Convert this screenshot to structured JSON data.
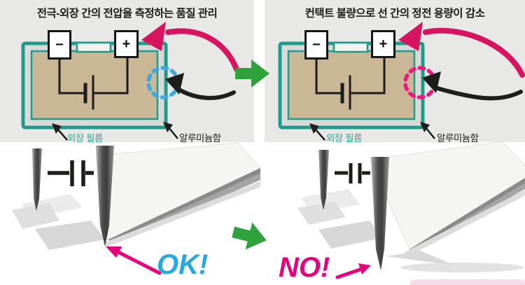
{
  "colors": {
    "panel_bg": "#e8e8e6",
    "teal": "#1f9b8e",
    "film_label_teal": "#2aa79a",
    "aluminum_tan": "#c9b795",
    "circuit_black": "#1d1d1b",
    "arrow_crimson": "#d6145f",
    "probe_circle_blue": "#3fa9df",
    "probe_circle_pink": "#ee1880",
    "arrow_green": "#2fa23c",
    "ok_blue": "#29a8e0",
    "no_magenta": "#e5007e"
  },
  "panels": {
    "left": {
      "title": "전극-외장 간의 전압을 측정하는 품질 관리",
      "minus": "−",
      "plus": "+",
      "film_label": "외장 필름",
      "case_label": "알루미늄함"
    },
    "right": {
      "title": "컨택트 불량으로 선 간의 정전 용량이 감소",
      "minus": "−",
      "plus": "+",
      "film_label": "외장 필름",
      "case_label": "알루미늄함"
    }
  },
  "results": {
    "ok": "OK!",
    "no": "NO!"
  }
}
